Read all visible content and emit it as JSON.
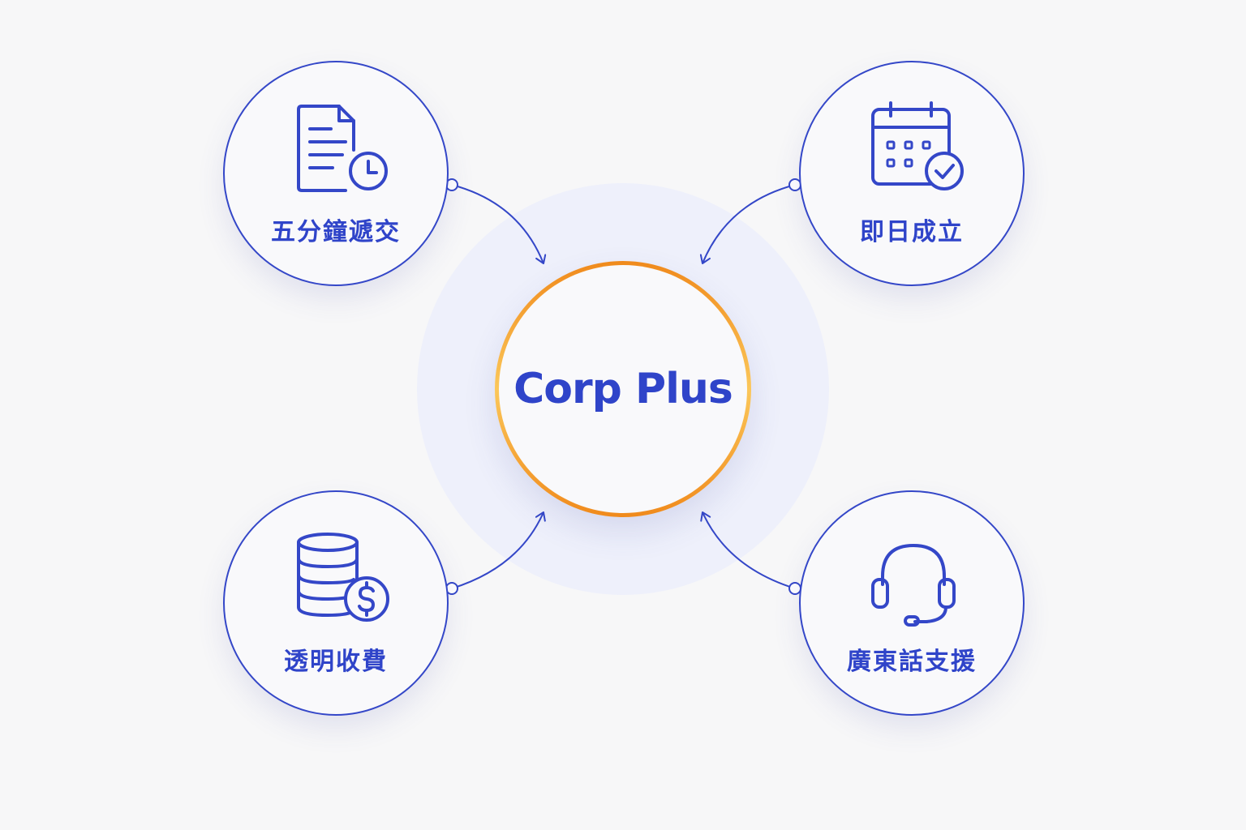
{
  "center": {
    "label": "Corp Plus"
  },
  "features": [
    {
      "label": "五分鐘遞交",
      "icon": "document-clock-icon"
    },
    {
      "label": "即日成立",
      "icon": "calendar-check-icon"
    },
    {
      "label": "透明收費",
      "icon": "coins-dollar-icon"
    },
    {
      "label": "廣東話支援",
      "icon": "headset-icon"
    }
  ],
  "colors": {
    "primary": "#2f44c9",
    "accent_ring": "#f5a623",
    "background": "#f7f7f8"
  }
}
